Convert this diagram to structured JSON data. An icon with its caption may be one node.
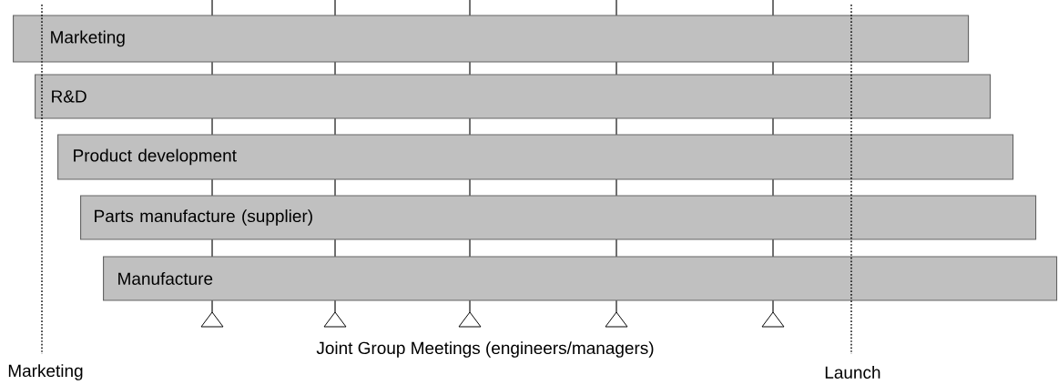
{
  "diagram": {
    "nodes": [
      {
        "text": [
          "Marketing"
        ]
      },
      {
        "text": [
          "R&D"
        ]
      },
      {
        "text": [
          "Product development"
        ]
      },
      {
        "text": [
          "Parts manufacture (supplier)"
        ]
      },
      {
        "text": [
          "Manufacture"
        ]
      }
    ],
    "labels": [
      "Joint Group Meetings (engineers/managers)",
      "Marketing",
      "Launch"
    ]
  }
}
